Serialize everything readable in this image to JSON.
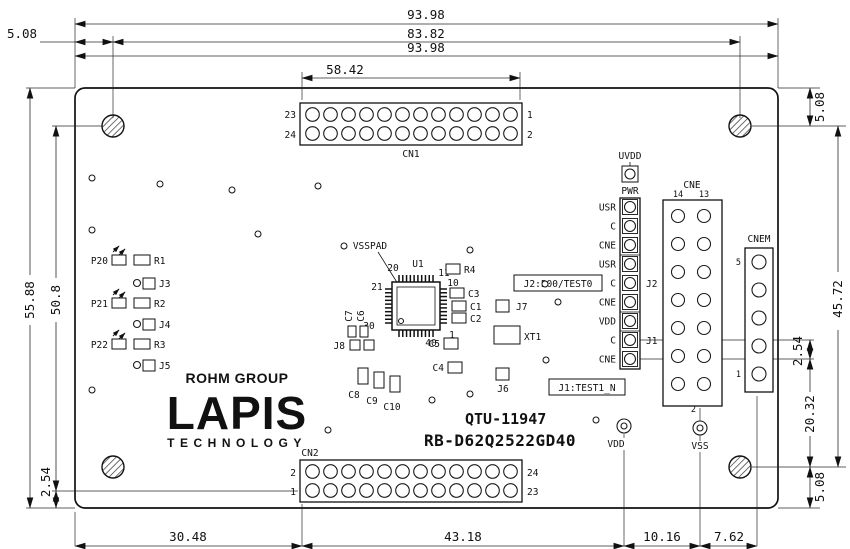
{
  "dims": {
    "top_width_a": "93.98",
    "top_hole_span": "83.82",
    "top_width_b": "93.98",
    "top_left_offset": "5.08",
    "cn1_width": "58.42",
    "left_height": "55.88",
    "left_span": "50.8",
    "bottom_left_offset": "2.54",
    "right_top_offset": "5.08",
    "right_hole_span": "45.72",
    "right_pitch": "2.54",
    "right_lower_span": "20.32",
    "right_bottom_offset": "5.08",
    "bottom_seg_a": "30.48",
    "bottom_seg_b": "43.18",
    "bottom_seg_c": "10.16",
    "bottom_seg_d": "7.62"
  },
  "cn1": {
    "label": "CN1",
    "pin_top_left": "23",
    "pin_bottom_left": "24",
    "pin_top_right": "1",
    "pin_bottom_right": "2"
  },
  "cn2": {
    "label": "CN2",
    "pin_top_left": "2",
    "pin_bottom_left": "1",
    "pin_top_right": "24",
    "pin_bottom_right": "23"
  },
  "cne": {
    "label": "CNE",
    "pin_left": "14",
    "pin_right": "13"
  },
  "cnem": {
    "label": "CNEM",
    "pin_top": "5",
    "pin_bottom": "1"
  },
  "u1": {
    "refdes": "U1",
    "pad_label": "VSSPAD",
    "n20": "20",
    "n21": "21",
    "n11": "11",
    "n10": "10",
    "n30": "30",
    "n40": "40",
    "n1": "1"
  },
  "jheader": {
    "uvdd": "UVDD",
    "pwr": "PWR",
    "j2": "J2",
    "j1": "J1",
    "j2_note": "J2:P00/TEST0",
    "j1_note": "J1:TEST1_N",
    "rows": [
      "USR",
      "C",
      "CNE",
      "USR",
      "C",
      "CNE",
      "VDD",
      "C",
      "CNE"
    ],
    "vdd": "VDD",
    "vss": "VSS",
    "pin2": "2"
  },
  "left_parts": {
    "p20": "P20",
    "r1": "R1",
    "j3": "J3",
    "p21": "P21",
    "r2": "R2",
    "j4": "J4",
    "p22": "P22",
    "r3": "R3",
    "j5": "J5"
  },
  "parts": {
    "r4": "R4",
    "c3": "C3",
    "c1": "C1",
    "c2": "C2",
    "c5": "C5",
    "c4": "C4",
    "j7": "J7",
    "xt1": "XT1",
    "j6": "J6",
    "j8": "J8",
    "c7": "C7",
    "c6": "C6",
    "c8": "C8",
    "c9": "C9",
    "c10": "C10"
  },
  "logo": {
    "group": "ROHM GROUP",
    "name": "LAPIS",
    "sub": "TECHNOLOGY"
  },
  "silkscreen": {
    "model": "QTU-11947",
    "board": "RB-D62Q2522GD40"
  }
}
